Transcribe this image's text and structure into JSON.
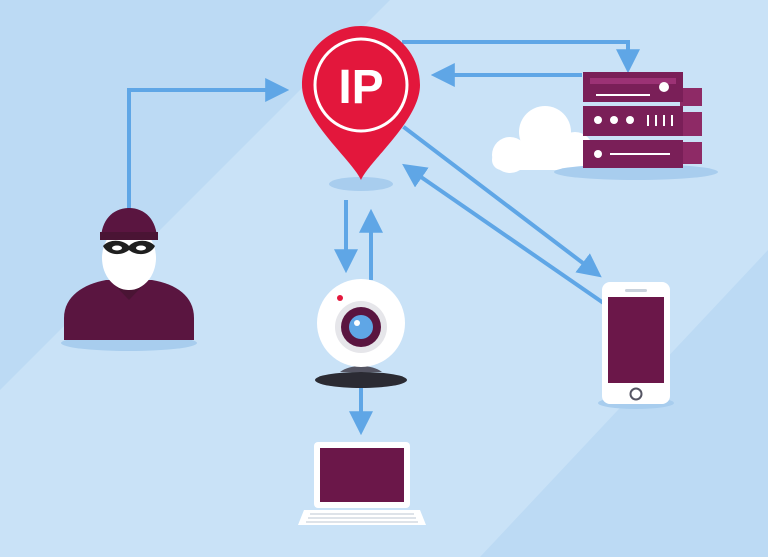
{
  "pin": {
    "label": "IP"
  },
  "nodes": {
    "ip_pin": "ip-location-pin",
    "hacker": "hacker",
    "server": "server-rack",
    "cloud": "cloud",
    "webcam": "webcam",
    "laptop": "laptop",
    "phone": "smartphone"
  },
  "colors": {
    "background": "#c9e2f7",
    "background_diagonal": "#b8d7f3",
    "pin_red": "#e3173c",
    "arrow_blue": "#5fa6e6",
    "device_purple": "#6b1749",
    "dark_purple": "#4a1434",
    "white": "#ffffff",
    "shadow": "#a8cdee"
  }
}
